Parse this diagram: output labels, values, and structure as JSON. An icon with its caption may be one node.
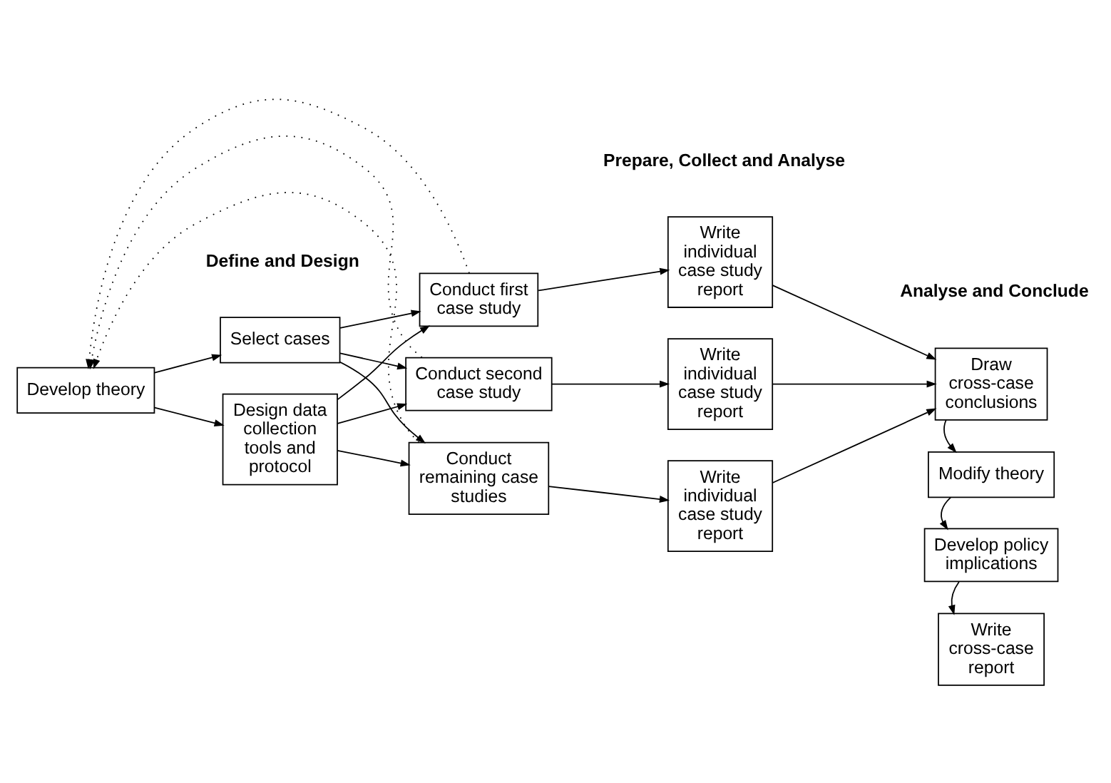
{
  "diagram": {
    "nodes": [
      {
        "text": [
          "Develop theory"
        ]
      },
      {
        "text": [
          "Select cases"
        ]
      },
      {
        "text": [
          "Design data collection tools and protocol"
        ]
      },
      {
        "text": [
          "Conduct first case study"
        ]
      },
      {
        "text": [
          "Conduct second case study"
        ]
      },
      {
        "text": [
          "Conduct remaining case studies"
        ]
      },
      {
        "text": [
          "Write individual case study report"
        ]
      },
      {
        "text": [
          "Write individual case study report"
        ]
      },
      {
        "text": [
          "Write individual case study report"
        ]
      },
      {
        "text": [
          "Draw cross-case conclusions"
        ]
      },
      {
        "text": [
          "Modify theory"
        ]
      },
      {
        "text": [
          "Develop policy implications"
        ]
      },
      {
        "text": [
          "Write cross-case report"
        ]
      }
    ],
    "edges": [
      {
        "from": 0,
        "to": 1,
        "arrow": "to"
      },
      {
        "from": 0,
        "to": 2,
        "arrow": "to"
      },
      {
        "from": 1,
        "to": 3,
        "arrow": "to"
      },
      {
        "from": 1,
        "to": 4,
        "arrow": "to"
      },
      {
        "from": 1,
        "to": 5,
        "arrow": "to"
      },
      {
        "from": 2,
        "to": 3,
        "arrow": "to"
      },
      {
        "from": 2,
        "to": 4,
        "arrow": "to"
      },
      {
        "from": 2,
        "to": 5,
        "arrow": "to"
      },
      {
        "from": 3,
        "to": 6,
        "arrow": "to"
      },
      {
        "from": 4,
        "to": 7,
        "arrow": "to"
      },
      {
        "from": 5,
        "to": 8,
        "arrow": "to"
      },
      {
        "from": 6,
        "to": 9,
        "arrow": "to"
      },
      {
        "from": 7,
        "to": 9,
        "arrow": "to"
      },
      {
        "from": 8,
        "to": 9,
        "arrow": "to"
      },
      {
        "from": 9,
        "to": 10,
        "arrow": "to"
      },
      {
        "from": 10,
        "to": 11,
        "arrow": "to"
      },
      {
        "from": 11,
        "to": 12,
        "arrow": "to"
      },
      {
        "from": 3,
        "to": 0,
        "arrow": "to",
        "style": "dashed"
      },
      {
        "from": 4,
        "to": 0,
        "arrow": "to",
        "style": "dashed"
      },
      {
        "from": 5,
        "to": 0,
        "arrow": "to",
        "style": "dashed"
      }
    ],
    "labels": [
      "Define and Design",
      "Prepare, Collect and Analyse",
      "Analyse and Conclude"
    ]
  }
}
